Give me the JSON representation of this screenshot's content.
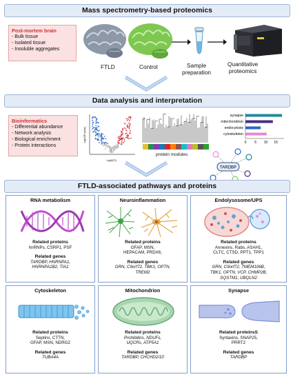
{
  "section1": {
    "title": "Mass spectrometry-based proteomics",
    "tissue_box": {
      "heading": "Post-mortem brain",
      "items": [
        "- Bulk tissue",
        "- Isolated tissue",
        "- Insoluble aggregates"
      ]
    },
    "brain_labels": [
      "FTLD",
      "Control"
    ],
    "sample_label": "Sample\npreparation",
    "quant_label": "Quantitative\nproteomics"
  },
  "section2": {
    "title": "Data analysis and interpretation",
    "bioinfo_box": {
      "heading": "Bioinformatics",
      "items": [
        "- Differential abundance",
        "- Network analysis",
        "- Biological enrichment",
        "- Protein interactions"
      ]
    },
    "volcano_xlabel": "Log2(FC)",
    "volcano_ylabel": "-log10(P-value)",
    "modules_label": "protein modules",
    "network_node": "TARDBP"
  },
  "chart_data": {
    "type": "bar",
    "orientation": "horizontal",
    "categories": [
      "synapse",
      "mitochondrion",
      "endocytosis",
      "cytoskeleton"
    ],
    "values": [
      18,
      13.5,
      7.5,
      10.5
    ],
    "colors": [
      "#1f8a9c",
      "#4b2d83",
      "#2e66c6",
      "#e28ad6"
    ],
    "xticks": [
      "0",
      "5",
      "10",
      "15"
    ],
    "xlim": [
      0,
      19
    ]
  },
  "section3": {
    "title": "FTLD-associated pathways and proteins",
    "cards": [
      {
        "title": "RNA metabolism",
        "prot_label": "Related proteins",
        "proteins": [
          "hnRNPs, CSRP1, PSF"
        ],
        "proteins_italic": false,
        "genes_label": "Related genes",
        "genes": [
          "TARDBP, HNRNPA1,",
          "HNRNPA1B2, TIA1"
        ]
      },
      {
        "title": "Neuroinflammation",
        "prot_label": "Related proteins",
        "proteins": [
          "GFAP,  MSN,",
          "HEPACAM, PRDX6,"
        ],
        "proteins_italic": false,
        "genes_label": "Related genes",
        "genes": [
          "GRN, C9orf72, TBK1, OPTN,",
          "TREM2"
        ]
      },
      {
        "title": "Endolysosome/UPS",
        "prot_label": "Related proteins",
        "proteins": [
          "Annexins, Rabs, ASAH1,",
          "CLTC, CTSD, PPT1, TPP1"
        ],
        "proteins_italic": false,
        "genes_label": "Related genes",
        "genes": [
          "GRN, C9orf72, TMEM106B,",
          "TBK1, OPTN, VCP, CHMP2B,",
          "SQSTM1, UBQLN2"
        ]
      },
      {
        "title": "Cytoskeleton",
        "prot_label": "Related proteins",
        "proteins": [
          "Septins, CTTN,",
          "GFAP, MSN, NDRG2"
        ],
        "proteins_italic": false,
        "genes_label": "Related genes",
        "genes": [
          "TUBA4A"
        ]
      },
      {
        "title": "Mitochondrion",
        "prot_label": "Related proteins",
        "proteins": [
          "Prohibitins, NDUFs,",
          "UQCRs, ATP5A1"
        ],
        "proteins_italic": true,
        "genes_label": "Related genes",
        "genes": [
          "TARDBP, CHCHD2/10"
        ]
      },
      {
        "title": "Synapse",
        "prot_label": "Related proteinsS",
        "proteins": [
          "Syntaxins, SNAP25,",
          "PRRT2"
        ],
        "proteins_italic": false,
        "genes_label": "Related genes",
        "genes": [
          "TARDBP"
        ]
      }
    ]
  }
}
